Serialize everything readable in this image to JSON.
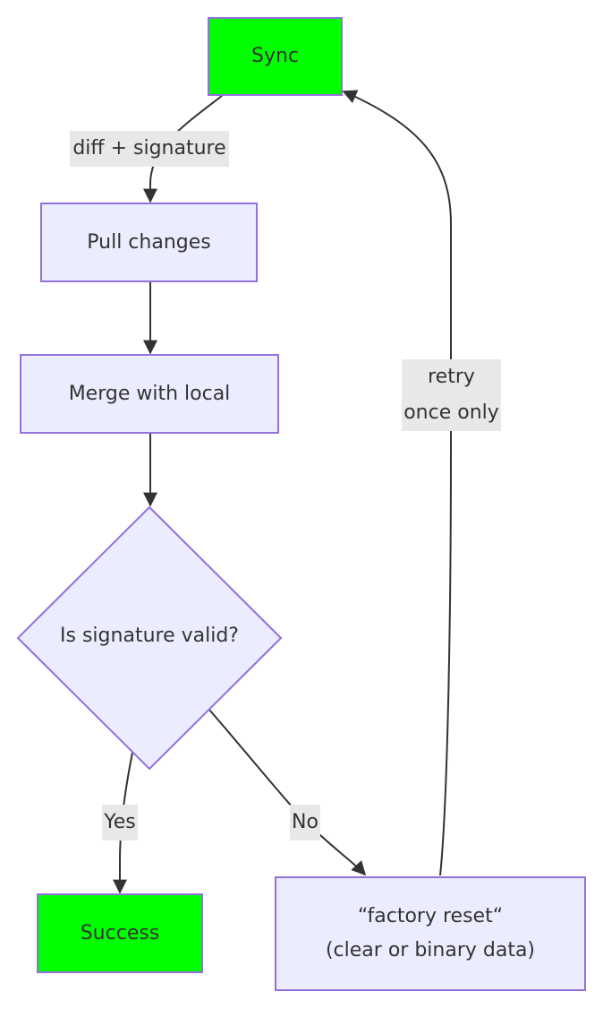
{
  "nodes": {
    "sync": "Sync",
    "pull": "Pull changes",
    "merge": "Merge with local",
    "decision": "Is signature valid?",
    "success": "Success",
    "reset_line1": "“factory reset“",
    "reset_line2": "(clear or binary data)"
  },
  "edges": {
    "sync_to_pull": "diff + signature",
    "yes": "Yes",
    "no": "No",
    "retry_line1": "retry",
    "retry_line2": "once only"
  },
  "colors": {
    "node_fill": "#ececff",
    "node_stroke": "#9370db",
    "terminal_fill": "#00ff00",
    "edge": "#333333",
    "label_bg": "#e8e8e8"
  }
}
